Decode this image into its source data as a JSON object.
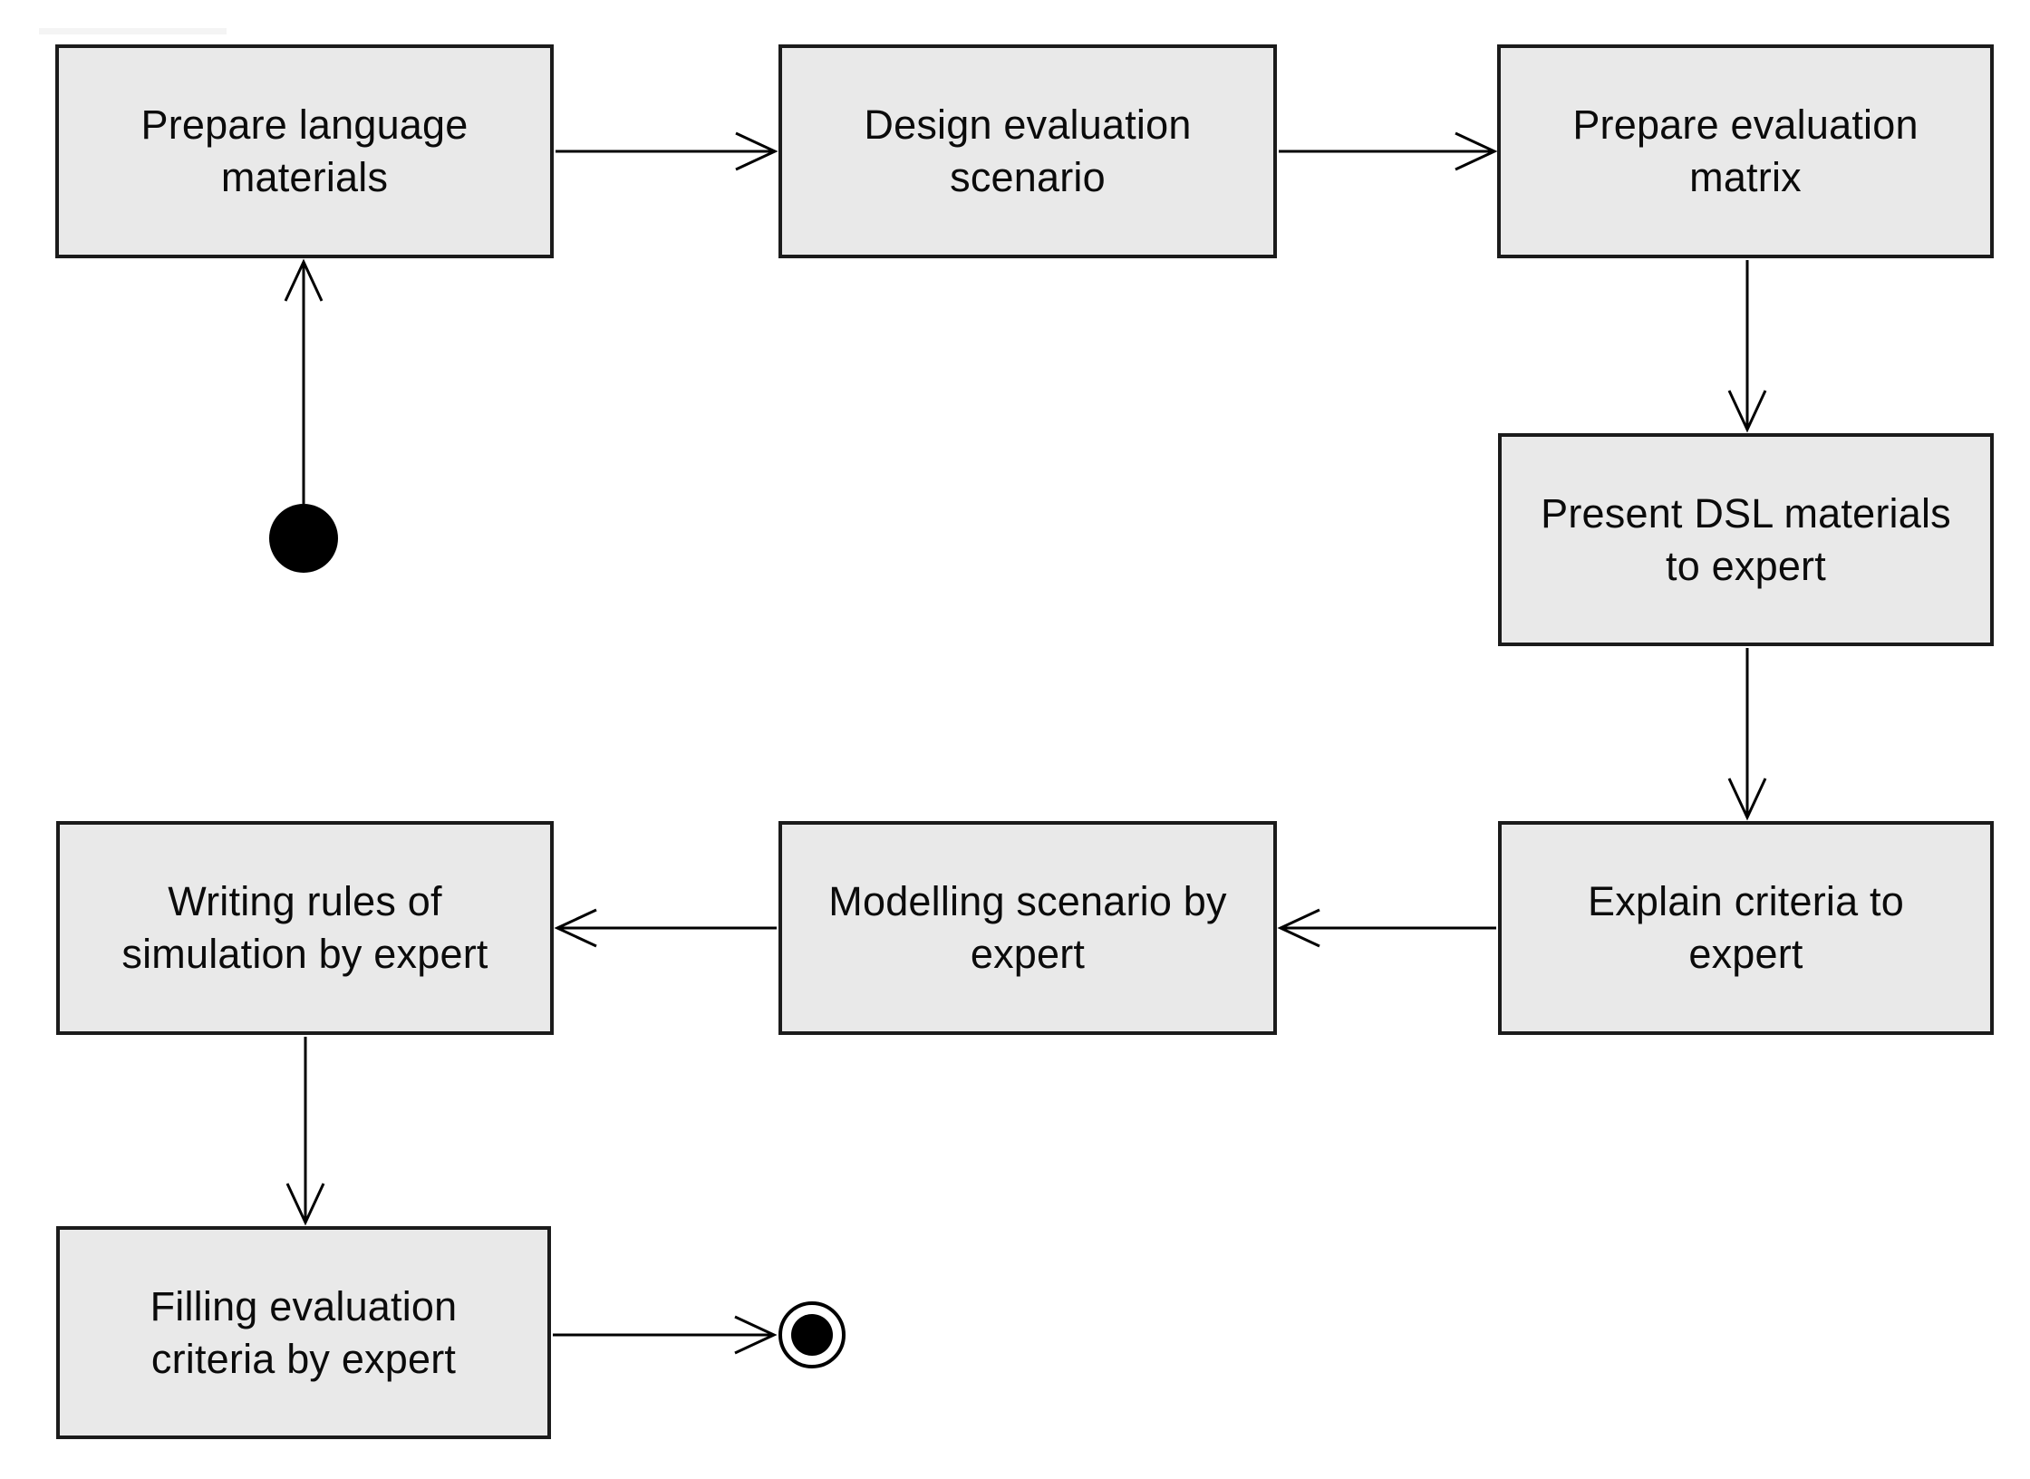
{
  "diagram": {
    "type": "uml-activity-diagram",
    "background_color": "#ffffff",
    "node_fill_color": "#e9e9e9",
    "node_border_color": "#1b1b1b",
    "edge_color": "#000000",
    "nodes": [
      {
        "id": "prepare-language-materials",
        "label": "Prepare language\nmaterials"
      },
      {
        "id": "design-evaluation-scenario",
        "label": "Design evaluation\nscenario"
      },
      {
        "id": "prepare-evaluation-matrix",
        "label": "Prepare evaluation\nmatrix"
      },
      {
        "id": "present-dsl-materials-to-expert",
        "label": "Present DSL materials\nto expert"
      },
      {
        "id": "explain-criteria-to-expert",
        "label": "Explain criteria to\nexpert"
      },
      {
        "id": "modelling-scenario-by-expert",
        "label": "Modelling scenario by\nexpert"
      },
      {
        "id": "writing-rules-of-simulation-by-expert",
        "label": "Writing rules of\nsimulation by expert"
      },
      {
        "id": "filling-evaluation-criteria-by-expert",
        "label": "Filling evaluation\ncriteria by expert"
      }
    ],
    "terminals": [
      {
        "id": "initial-state",
        "shape": "filled-circle"
      },
      {
        "id": "final-state",
        "shape": "bullseye-circle"
      }
    ],
    "edges": [
      {
        "from": "initial-state",
        "to": "prepare-language-materials"
      },
      {
        "from": "prepare-language-materials",
        "to": "design-evaluation-scenario"
      },
      {
        "from": "design-evaluation-scenario",
        "to": "prepare-evaluation-matrix"
      },
      {
        "from": "prepare-evaluation-matrix",
        "to": "present-dsl-materials-to-expert"
      },
      {
        "from": "present-dsl-materials-to-expert",
        "to": "explain-criteria-to-expert"
      },
      {
        "from": "explain-criteria-to-expert",
        "to": "modelling-scenario-by-expert"
      },
      {
        "from": "modelling-scenario-by-expert",
        "to": "writing-rules-of-simulation-by-expert"
      },
      {
        "from": "writing-rules-of-simulation-by-expert",
        "to": "filling-evaluation-criteria-by-expert"
      },
      {
        "from": "filling-evaluation-criteria-by-expert",
        "to": "final-state"
      }
    ]
  }
}
